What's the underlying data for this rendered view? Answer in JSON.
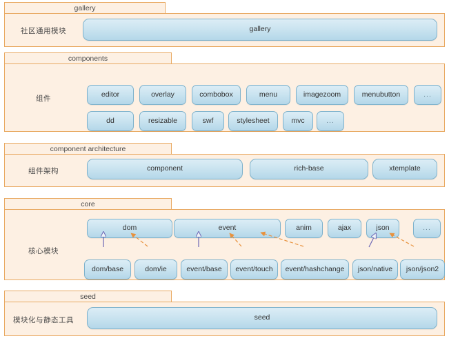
{
  "diagram": {
    "title_note": "KISSY module architecture layers",
    "colors": {
      "package_fill": "#fdf0e3",
      "package_border": "#e8a860",
      "node_fill_top": "#dcedf6",
      "node_fill_bottom": "#b4d7e9",
      "node_border": "#7eb2cc",
      "solid_arrow": "#6b66b5",
      "dashed_arrow": "#e8913c"
    },
    "layers": [
      {
        "key": "gallery",
        "tab": "gallery",
        "row_label": "社区通用模块",
        "nodes": [
          {
            "label": "gallery"
          }
        ]
      },
      {
        "key": "components",
        "tab": "components",
        "row_label": "组件",
        "nodes_row1": [
          {
            "label": "editor"
          },
          {
            "label": "overlay"
          },
          {
            "label": "combobox"
          },
          {
            "label": "menu"
          },
          {
            "label": "imagezoom"
          },
          {
            "label": "menubutton"
          },
          {
            "label": "..."
          }
        ],
        "nodes_row2": [
          {
            "label": "dd"
          },
          {
            "label": "resizable"
          },
          {
            "label": "swf"
          },
          {
            "label": "stylesheet"
          },
          {
            "label": "mvc"
          },
          {
            "label": "..."
          }
        ]
      },
      {
        "key": "component-architecture",
        "tab": "component architecture",
        "row_label": "组件架构",
        "nodes": [
          {
            "label": "component"
          },
          {
            "label": "rich-base"
          },
          {
            "label": "xtemplate"
          }
        ]
      },
      {
        "key": "core",
        "tab": "core",
        "row_label": "核心模块",
        "nodes_top": [
          {
            "label": "dom"
          },
          {
            "label": "event"
          },
          {
            "label": "anim"
          },
          {
            "label": "ajax"
          },
          {
            "label": "json"
          },
          {
            "label": "..."
          }
        ],
        "nodes_bottom": [
          {
            "label": "dom/base"
          },
          {
            "label": "dom/ie"
          },
          {
            "label": "event/base"
          },
          {
            "label": "event/touch"
          },
          {
            "label": "event/hashchange"
          },
          {
            "label": "json/native"
          },
          {
            "label": "json/json2"
          }
        ],
        "edges": [
          {
            "from": "dom/base",
            "to": "dom",
            "style": "solid"
          },
          {
            "from": "dom/ie",
            "to": "dom",
            "style": "dashed"
          },
          {
            "from": "event/base",
            "to": "event",
            "style": "solid"
          },
          {
            "from": "event/touch",
            "to": "event",
            "style": "dashed"
          },
          {
            "from": "event/hashchange",
            "to": "event",
            "style": "dashed"
          },
          {
            "from": "json/native",
            "to": "json",
            "style": "solid"
          },
          {
            "from": "json/json2",
            "to": "json",
            "style": "dashed"
          }
        ]
      },
      {
        "key": "seed",
        "tab": "seed",
        "row_label": "模块化与静态工具",
        "nodes": [
          {
            "label": "seed"
          }
        ]
      }
    ]
  }
}
